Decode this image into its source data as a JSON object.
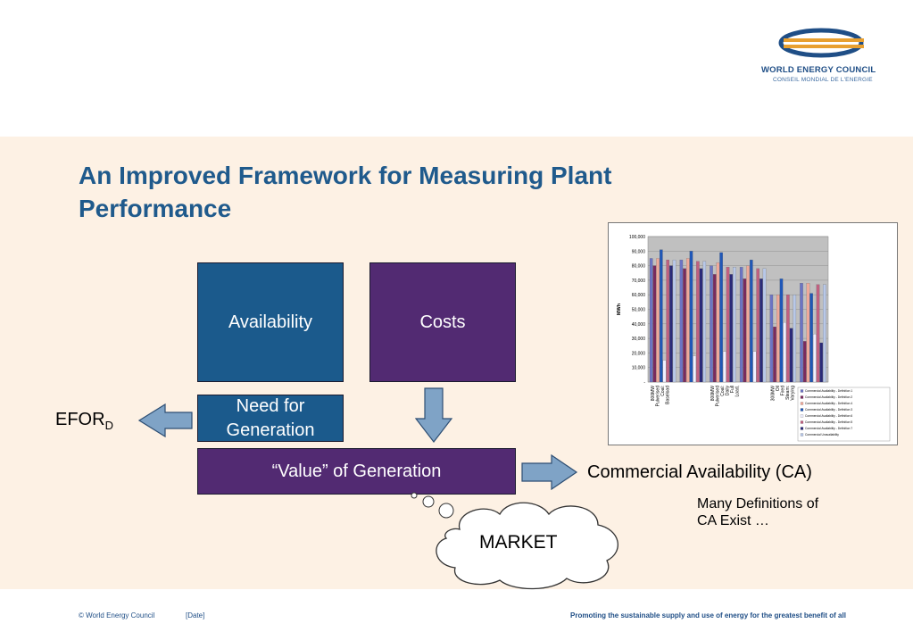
{
  "logo": {
    "line1": "WORLD ENERGY COUNCIL",
    "line2": "CONSEIL MONDIAL DE L'ENERGIE"
  },
  "title": "An Improved Framework for Measuring Plant Performance",
  "boxes": {
    "availability": "Availability",
    "costs": "Costs",
    "need_for_generation": "Need for Generation",
    "value_of_generation": "“Value” of Generation"
  },
  "efor": {
    "main": "EFOR",
    "sub": "D"
  },
  "commercial_availability": "Commercial Availability (CA)",
  "note": {
    "line1": "Many Definitions of",
    "line2": "CA Exist …"
  },
  "market": "MARKET",
  "footer": {
    "copyright": "© World Energy Council",
    "date": "[Date]",
    "tagline": "Promoting the sustainable supply and use of energy for the greatest benefit of all"
  },
  "colors": {
    "blue_box": "#1b5a8c",
    "purple_box": "#522a72",
    "band": "#fdf1e4",
    "title": "#1f5a8c",
    "arrow": "#7fa3c6"
  },
  "chart_data": {
    "type": "bar",
    "ylabel": "MWh",
    "ylim": [
      0,
      100000
    ],
    "yticks": [
      "-",
      "10,000",
      "20,000",
      "30,000",
      "40,000",
      "50,000",
      "60,000",
      "70,000",
      "80,000",
      "90,000",
      "100,000"
    ],
    "categories": [
      "800MW Pulverised Coal: Baseload",
      "",
      "800MW Pulverised Coal: Daily Full Load,",
      "",
      "300MW Oil Fired Steam: Varying",
      ""
    ],
    "series": [
      {
        "name": "Commercial Availability - Definition 1",
        "color": "#6c74c4",
        "values": [
          85000,
          84000,
          80000,
          79000,
          60000,
          68000
        ]
      },
      {
        "name": "Commercial Availability - Definition 2",
        "color": "#7a2a5e",
        "values": [
          80000,
          78000,
          74000,
          71000,
          38000,
          28000
        ]
      },
      {
        "name": "Commercial Availability - Definition 4",
        "color": "#f0a99a",
        "values": [
          85000,
          85000,
          82000,
          80000,
          60000,
          68000
        ]
      },
      {
        "name": "Commercial Availability - Definition 3",
        "color": "#1f57b8",
        "values": [
          91000,
          90000,
          89000,
          84000,
          71000,
          61000
        ]
      },
      {
        "name": "Commercial Availability - Definition 6",
        "color": "#f0f0ff",
        "values": [
          15000,
          18000,
          21000,
          21000,
          41000,
          33000
        ]
      },
      {
        "name": "Commercial Availability - Definition 5",
        "color": "#c06080",
        "values": [
          84000,
          83000,
          79000,
          78000,
          60000,
          67000
        ]
      },
      {
        "name": "Commercial Availability - Definition 7",
        "color": "#2a2a7a",
        "values": [
          80000,
          78000,
          74000,
          71000,
          37000,
          27000
        ]
      },
      {
        "name": "Commercial Unavailability",
        "color": "#b8c8e8",
        "values": [
          84000,
          83000,
          79000,
          78000,
          60000,
          67000
        ]
      }
    ]
  }
}
